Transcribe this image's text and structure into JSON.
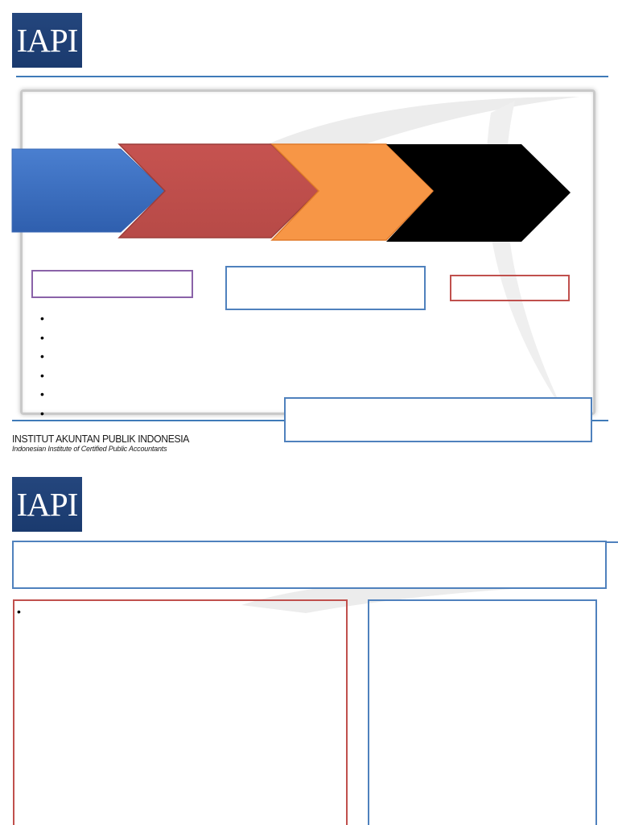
{
  "logo": {
    "text": "IAPI"
  },
  "footer": {
    "org_name": "INSTITUT AKUNTAN PUBLIK INDONESIA",
    "org_subtitle": "Indonesian Institute of Certified Public Accountants"
  },
  "slide1": {
    "bullets": [
      "",
      "",
      "",
      "",
      "",
      ""
    ]
  },
  "slide2": {
    "bullets": [
      ""
    ]
  },
  "colors": {
    "brand_navy": "#1a3a6e",
    "rule_blue": "#3f7ab8",
    "chevron_blue": "#4472c4",
    "chevron_red": "#c0504d",
    "chevron_orange": "#f79646",
    "chevron_black": "#000000",
    "box_purple": "#8a62a8",
    "box_blue": "#4f81bd",
    "box_red": "#c0504d"
  }
}
